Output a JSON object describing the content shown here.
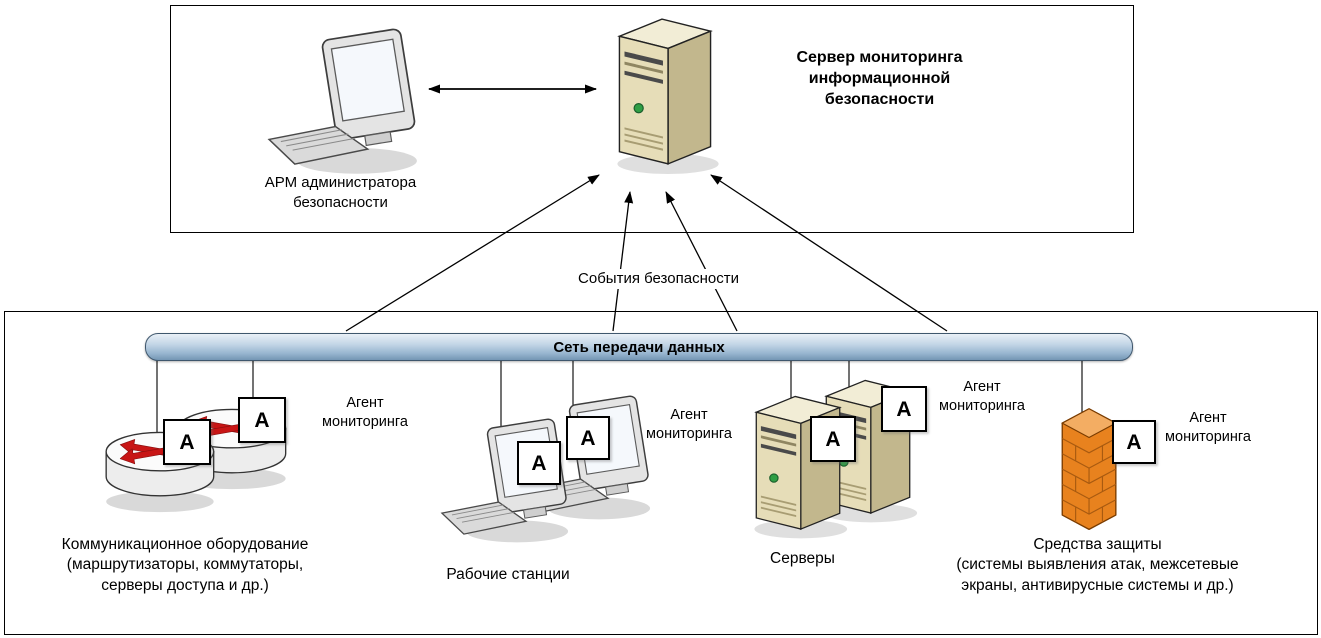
{
  "top": {
    "arm_label": "АРМ администратора\nбезопасности",
    "server_title": "Сервер мониторинга\nинформационной\nбезопасности"
  },
  "events_label": "События безопасности",
  "network_bus_label": "Сеть передачи данных",
  "agent_letter": "А",
  "groups": {
    "communication": {
      "agent_label": "Агент\nмониторинга",
      "caption": "Коммуникационное оборудование\n(маршрутизаторы, коммутаторы,\nсерверы доступа и др.)"
    },
    "workstations": {
      "agent_label": "Агент\nмониторинга",
      "caption": "Рабочие станции"
    },
    "servers": {
      "agent_label": "Агент\nмониторинга",
      "caption": "Серверы"
    },
    "protection": {
      "agent_label": "Агент\nмониторинга",
      "caption": "Средства защиты\n(системы выявления атак, межсетевые\nэкраны, антивирусные системы и др.)"
    }
  },
  "icons": {
    "admin_workstation": "desktop-computer",
    "monitoring_server": "server-tower",
    "communication": "router-cylinder-with-red-arrows",
    "workstations": "desktop-computer",
    "servers": "server-tower",
    "protection": "brick-firewall"
  },
  "colors": {
    "bus_blue": "#9db9d6",
    "server_beige": "#e6ddb8",
    "firewall_orange": "#e8821e",
    "router_arrow_red": "#c81515",
    "outline": "#000000"
  }
}
